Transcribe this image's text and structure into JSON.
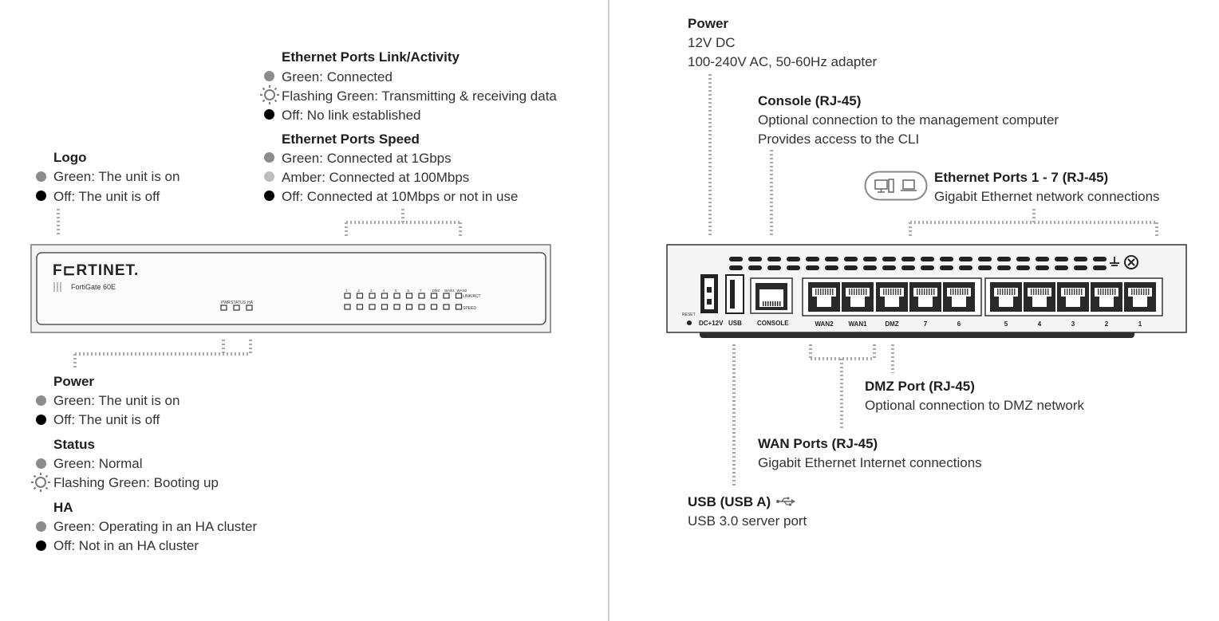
{
  "front": {
    "logo": {
      "title": "Logo",
      "items": [
        {
          "state": "green",
          "text": "Green: The unit is on"
        },
        {
          "state": "off",
          "text": "Off: The unit is off"
        }
      ]
    },
    "eth_link": {
      "title": "Ethernet Ports Link/Activity",
      "items": [
        {
          "state": "green",
          "text": "Green: Connected"
        },
        {
          "state": "flash",
          "text": "Flashing Green: Transmitting & receiving data"
        },
        {
          "state": "off",
          "text": "Off: No link established"
        }
      ]
    },
    "eth_speed": {
      "title": "Ethernet Ports Speed",
      "items": [
        {
          "state": "green",
          "text": "Green: Connected at 1Gbps"
        },
        {
          "state": "amber",
          "text": "Amber: Connected at 100Mbps"
        },
        {
          "state": "off",
          "text": "Off: Connected at 10Mbps or not in use"
        }
      ]
    },
    "power": {
      "title": "Power",
      "items": [
        {
          "state": "green",
          "text": "Green: The unit is on"
        },
        {
          "state": "off",
          "text": "Off: The unit is off"
        }
      ]
    },
    "status": {
      "title": "Status",
      "items": [
        {
          "state": "green",
          "text": "Green: Normal"
        },
        {
          "state": "flash",
          "text": "Flashing Green: Booting up"
        }
      ]
    },
    "ha": {
      "title": "HA",
      "items": [
        {
          "state": "green",
          "text": "Green: Operating in an HA cluster"
        },
        {
          "state": "off",
          "text": "Off: Not in an HA cluster"
        }
      ]
    },
    "device": {
      "brand": "F⊏RTINET.",
      "model": "FortiGate 60E",
      "led_labels": [
        "PWR",
        "STATUS",
        "HA"
      ],
      "port_numbers": [
        "1",
        "2",
        "3",
        "4",
        "5",
        "6",
        "7",
        "DMZ",
        "WAN1",
        "WAN2"
      ],
      "row_labels": [
        "LINK/ACT",
        "SPEED"
      ]
    }
  },
  "back": {
    "power": {
      "title": "Power",
      "lines": [
        "12V DC",
        "100-240V AC, 50-60Hz adapter"
      ]
    },
    "console": {
      "title": "Console (RJ-45)",
      "lines": [
        "Optional connection to the management computer",
        "Provides access to the CLI"
      ]
    },
    "ethernet": {
      "title": "Ethernet Ports 1 - 7 (RJ-45)",
      "lines": [
        "Gigabit Ethernet network connections"
      ]
    },
    "dmz": {
      "title": "DMZ Port (RJ-45)",
      "lines": [
        "Optional connection to DMZ network"
      ]
    },
    "wan": {
      "title": "WAN Ports (RJ-45)",
      "lines": [
        "Gigabit Ethernet Internet connections"
      ]
    },
    "usb": {
      "title": "USB (USB A)",
      "lines": [
        "USB 3.0 server port"
      ]
    },
    "device": {
      "labels": {
        "reset": "RESET",
        "dc": "DC+12V",
        "usb": "USB",
        "console": "CONSOLE"
      },
      "ports": [
        "WAN2",
        "WAN1",
        "DMZ",
        "7",
        "6",
        "5",
        "4",
        "3",
        "2",
        "1"
      ]
    }
  }
}
